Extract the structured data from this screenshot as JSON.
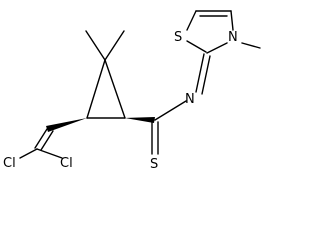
{
  "molecule": {
    "atoms": {
      "sulfur_ring": "S",
      "nitrogen_ring": "N",
      "nitrogen_imine": "N",
      "sulfur_thione": "S",
      "chlorine_left": "Cl",
      "chlorine_right": "Cl"
    }
  }
}
